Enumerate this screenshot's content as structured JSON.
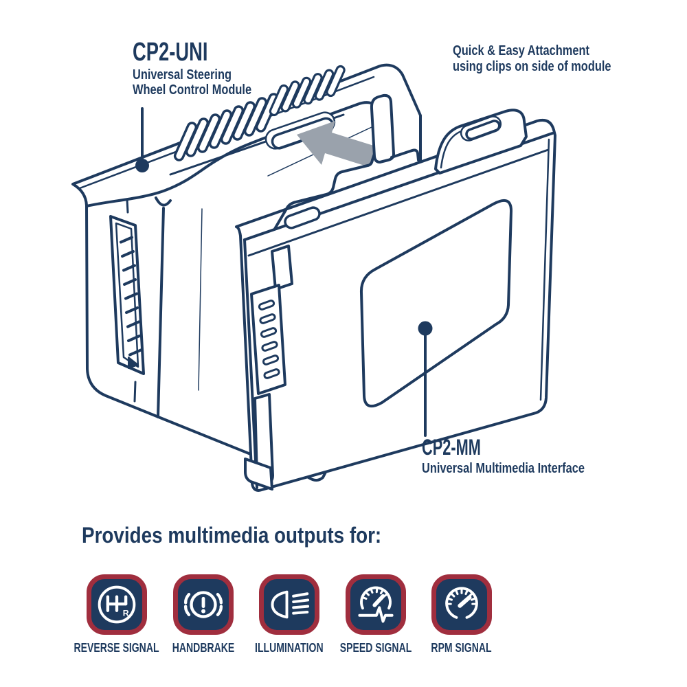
{
  "diagram": {
    "cp2_uni": {
      "title": "CP2-UNI",
      "subtitle_line1": "Universal Steering",
      "subtitle_line2": "Wheel Control Module"
    },
    "cp2_mm": {
      "title": "CP2-MM",
      "subtitle": "Universal Multimedia Interface"
    },
    "attachment_note_line1": "Quick & Easy Attachment",
    "attachment_note_line2": "using clips on side of module",
    "arrow": "attachment-direction-arrow"
  },
  "outputs": {
    "heading": "Provides multimedia outputs for:",
    "items": [
      {
        "label": "REVERSE SIGNAL",
        "icon": "gear-shift-reverse-icon"
      },
      {
        "label": "HANDBRAKE",
        "icon": "handbrake-warning-icon"
      },
      {
        "label": "ILLUMINATION",
        "icon": "headlight-icon"
      },
      {
        "label": "SPEED SIGNAL",
        "icon": "speedometer-pulse-icon"
      },
      {
        "label": "RPM SIGNAL",
        "icon": "tachometer-icon"
      }
    ],
    "reverse_letter": "R"
  },
  "colors": {
    "navy": "#1e3a5e",
    "red": "#a02e3e",
    "arrow_gray": "#9aa2ac",
    "background": "#ffffff"
  }
}
